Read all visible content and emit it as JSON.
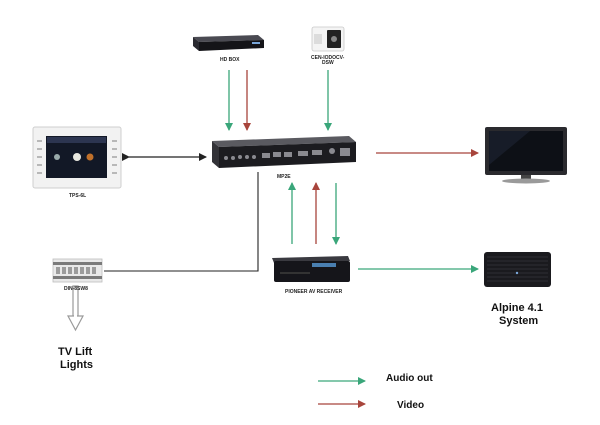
{
  "colors": {
    "audio": "#3aa67a",
    "video": "#a8453c",
    "control": "#222222",
    "gray_arrow": "#9a9a9a"
  },
  "devices": {
    "hd_box": {
      "label": "HD BOX",
      "icon": "set-top-box-icon"
    },
    "cen_iodocv": {
      "label_line1": "CEN-IODOCV-",
      "label_line2": "DSW",
      "icon": "dock-icon"
    },
    "tps": {
      "label": "TPS-6L",
      "icon": "touch-panel-icon"
    },
    "mp2e": {
      "label": "MP2E",
      "icon": "control-processor-icon"
    },
    "tv": {
      "icon": "flat-tv-icon"
    },
    "din": {
      "label": "DIN-8SW8",
      "icon": "din-rail-module-icon"
    },
    "receiver": {
      "label": "PIONEER AV RECEIVER",
      "icon": "av-receiver-icon"
    },
    "alpine": {
      "label_line1": "Alpine 4.1",
      "label_line2": "System",
      "icon": "speaker-system-icon"
    },
    "tv_lift": {
      "label_line1": "TV Lift",
      "label_line2": "Lights"
    }
  },
  "legend": {
    "audio_label": "Audio out",
    "video_label": "Video"
  }
}
